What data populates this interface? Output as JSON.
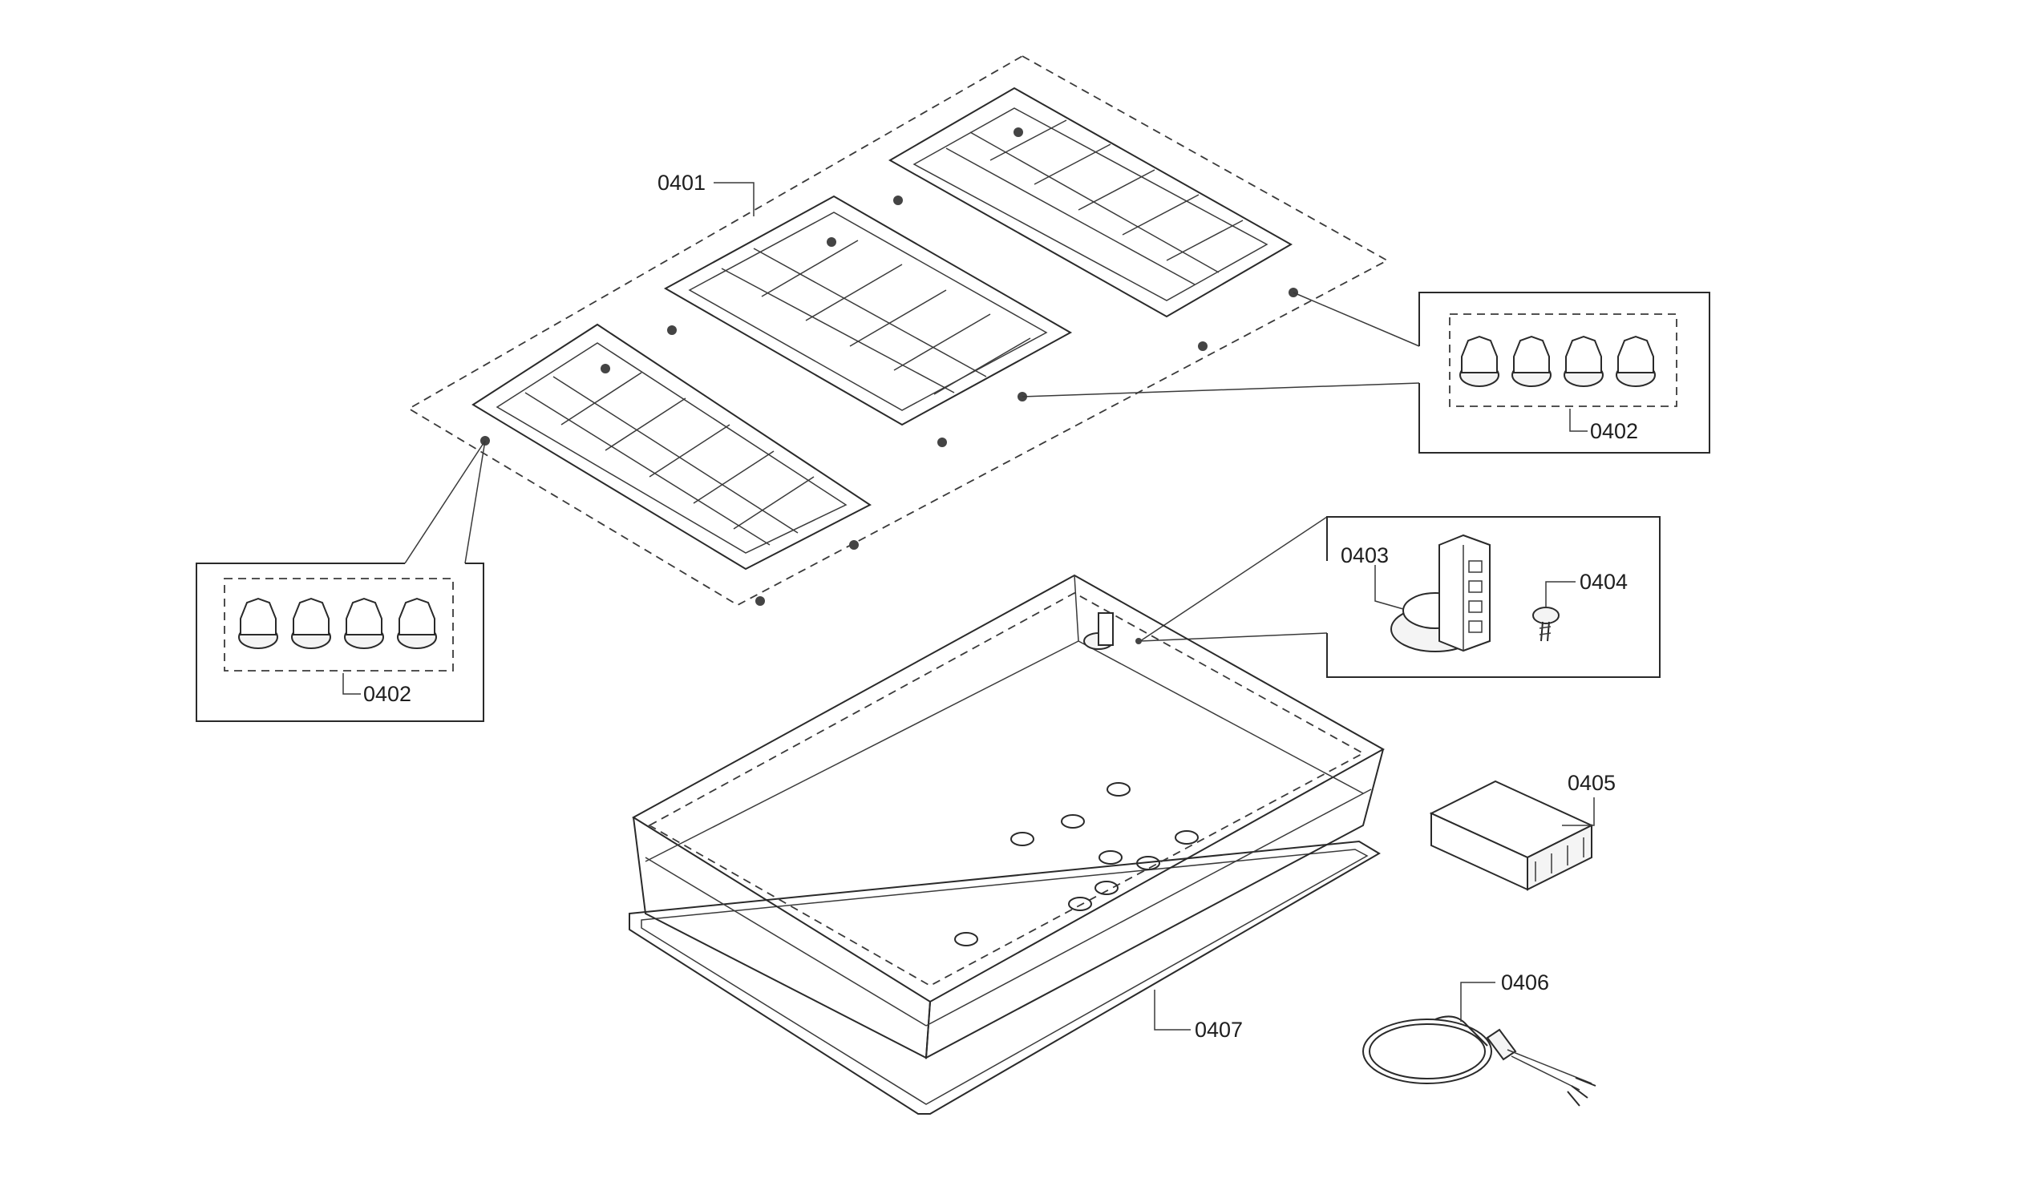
{
  "parts": {
    "p0401": "0401",
    "p0402_right": "0402",
    "p0402_left": "0402",
    "p0403": "0403",
    "p0404": "0404",
    "p0405": "0405",
    "p0406": "0406",
    "p0407": "0407"
  }
}
